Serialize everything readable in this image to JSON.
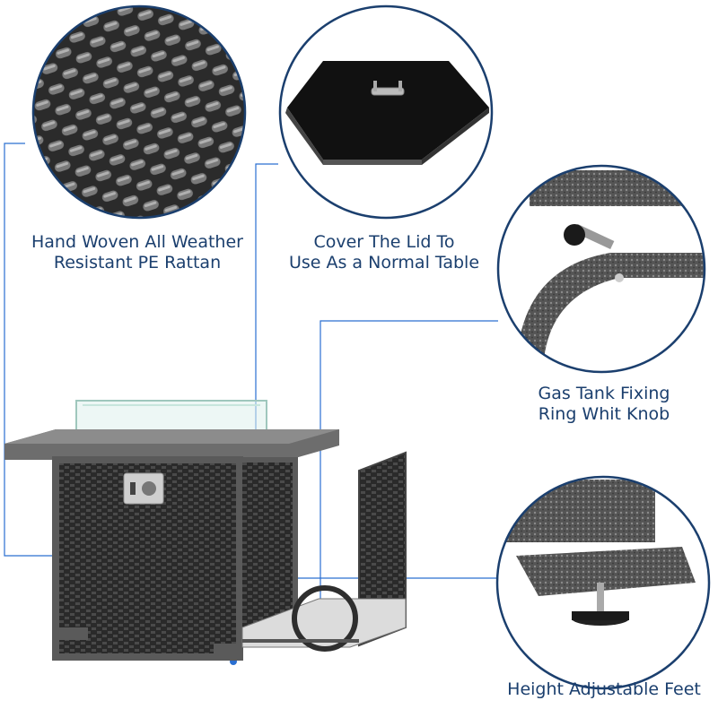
{
  "colors": {
    "accent": "#1b3f6e",
    "leader": "#2a6fd1"
  },
  "callouts": [
    {
      "name": "rattan",
      "lines": [
        "Hand Woven All Weather",
        "Resistant PE Rattan"
      ]
    },
    {
      "name": "lid",
      "lines": [
        "Cover The Lid To",
        "Use As a Normal Table"
      ]
    },
    {
      "name": "tank-ring",
      "lines": [
        "Gas Tank Fixing",
        "Ring Whit Knob"
      ]
    },
    {
      "name": "feet",
      "lines": [
        "Height Adjustable Feet"
      ]
    }
  ]
}
